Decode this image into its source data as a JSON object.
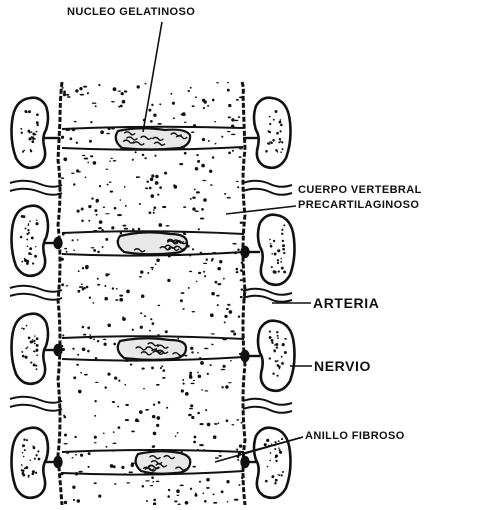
{
  "labels": {
    "nucleo": "NUCLEO GELATINOSO",
    "cuerpo_line1": "CUERPO VERTEBRAL",
    "cuerpo_line2": "PRECARTILAGINOSO",
    "arteria": "ARTERIA",
    "nervio": "NERVIO",
    "anillo": "ANILLO FIBROSO"
  },
  "colors": {
    "ink": "#111111",
    "paper": "#ffffff",
    "nucleus_fill": "#e8e8e8"
  },
  "diagram": {
    "segments": 4,
    "segment_parts": [
      "vertebral-body",
      "intervertebral-disc",
      "nucleus-pulposus",
      "annulus-fibrosus",
      "sclerotome-pair",
      "artery",
      "nerve"
    ]
  }
}
